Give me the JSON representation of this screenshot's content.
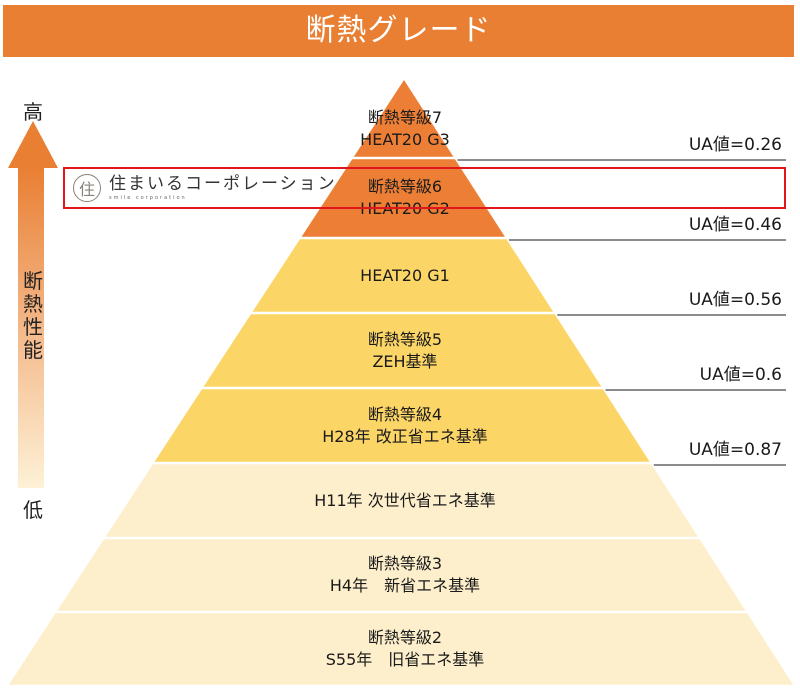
{
  "header": {
    "title": "断熱グレード"
  },
  "axis": {
    "high_label": "高",
    "low_label": "低",
    "title": "断熱性能",
    "arrow_icon": "arrow-up-gradient"
  },
  "logo": {
    "mark": "住",
    "name": "住まいるコーポレーション",
    "subtitle": "smile corporation"
  },
  "colors": {
    "header": "#e97f33",
    "top_tiers": "#ec7f35",
    "mid_tiers": "#fcd567",
    "low_tiers": "#fdefcb",
    "highlight_border": "#e0161b",
    "ua_line": "#8c8c8c"
  },
  "chart_data": {
    "type": "pyramid",
    "title": "断熱グレード",
    "order": "top-to-bottom (high to low insulation performance)",
    "tiers": [
      {
        "line1": "断熱等級7",
        "line2": "HEAT20 G3",
        "ua_label": "UA値=0.26",
        "ua_value": 0.26,
        "tone": "top",
        "highlighted": false
      },
      {
        "line1": "断熱等級6",
        "line2": "HEAT20 G2",
        "ua_label": "UA値=0.46",
        "ua_value": 0.46,
        "tone": "top",
        "highlighted": true
      },
      {
        "line1": "HEAT20 G1",
        "line2": "",
        "ua_label": "UA値=0.56",
        "ua_value": 0.56,
        "tone": "mid",
        "highlighted": false
      },
      {
        "line1": "断熱等級5",
        "line2": "ZEH基準",
        "ua_label": "UA値=0.6",
        "ua_value": 0.6,
        "tone": "mid",
        "highlighted": false
      },
      {
        "line1": "断熱等級4",
        "line2": "H28年 改正省エネ基準",
        "ua_label": "UA値=0.87",
        "ua_value": 0.87,
        "tone": "mid",
        "highlighted": false
      },
      {
        "line1": "H11年 次世代省エネ基準",
        "line2": "",
        "ua_label": "",
        "ua_value": null,
        "tone": "low",
        "highlighted": false
      },
      {
        "line1": "断熱等級3",
        "line2": "H4年　新省エネ基準",
        "ua_label": "",
        "ua_value": null,
        "tone": "low",
        "highlighted": false
      },
      {
        "line1": "断熱等級2",
        "line2": "S55年　旧省エネ基準",
        "ua_label": "",
        "ua_value": null,
        "tone": "low",
        "highlighted": false
      }
    ]
  }
}
